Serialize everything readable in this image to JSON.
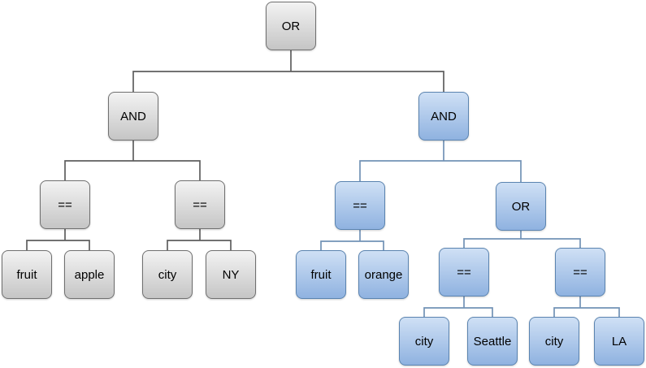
{
  "diagram": {
    "type": "expression-tree",
    "background": "#ffffff",
    "colors": {
      "gray_node_fill_top": "#f3f3f3",
      "gray_node_fill_bottom": "#c5c5c5",
      "gray_node_border": "#707070",
      "gray_connector": "#5e5e5e",
      "blue_node_fill_top": "#cfe0f5",
      "blue_node_fill_bottom": "#8fb2e0",
      "blue_node_border": "#5b84b0",
      "blue_connector": "#7292b6",
      "label_text": "#000000"
    },
    "nodes": [
      {
        "id": "or-root",
        "label": "OR",
        "group": "gray"
      },
      {
        "id": "and-left",
        "label": "AND",
        "group": "gray"
      },
      {
        "id": "and-right",
        "label": "AND",
        "group": "blue"
      },
      {
        "id": "eq-1",
        "label": "==",
        "group": "gray"
      },
      {
        "id": "eq-2",
        "label": "==",
        "group": "gray"
      },
      {
        "id": "eq-3",
        "label": "==",
        "group": "blue"
      },
      {
        "id": "or-right",
        "label": "OR",
        "group": "blue"
      },
      {
        "id": "fruit-1",
        "label": "fruit",
        "group": "gray"
      },
      {
        "id": "apple",
        "label": "apple",
        "group": "gray"
      },
      {
        "id": "city-1",
        "label": "city",
        "group": "gray"
      },
      {
        "id": "ny",
        "label": "NY",
        "group": "gray"
      },
      {
        "id": "fruit-2",
        "label": "fruit",
        "group": "blue"
      },
      {
        "id": "orange",
        "label": "orange",
        "group": "blue"
      },
      {
        "id": "eq-4",
        "label": "==",
        "group": "blue"
      },
      {
        "id": "eq-5",
        "label": "==",
        "group": "blue"
      },
      {
        "id": "city-2",
        "label": "city",
        "group": "blue"
      },
      {
        "id": "seattle",
        "label": "Seattle",
        "group": "blue"
      },
      {
        "id": "city-3",
        "label": "city",
        "group": "blue"
      },
      {
        "id": "la",
        "label": "LA",
        "group": "blue"
      }
    ],
    "edges": [
      {
        "from": "or-root",
        "to": [
          "and-left",
          "and-right"
        ]
      },
      {
        "from": "and-left",
        "to": [
          "eq-1",
          "eq-2"
        ]
      },
      {
        "from": "eq-1",
        "to": [
          "fruit-1",
          "apple"
        ]
      },
      {
        "from": "eq-2",
        "to": [
          "city-1",
          "ny"
        ]
      },
      {
        "from": "and-right",
        "to": [
          "eq-3",
          "or-right"
        ]
      },
      {
        "from": "eq-3",
        "to": [
          "fruit-2",
          "orange"
        ]
      },
      {
        "from": "or-right",
        "to": [
          "eq-4",
          "eq-5"
        ]
      },
      {
        "from": "eq-4",
        "to": [
          "city-2",
          "seattle"
        ]
      },
      {
        "from": "eq-5",
        "to": [
          "city-3",
          "la"
        ]
      }
    ]
  }
}
